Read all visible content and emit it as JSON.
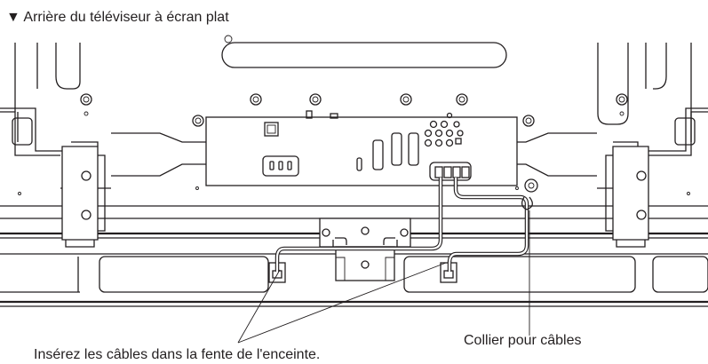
{
  "figure": {
    "title_marker": "▼",
    "title": "Arrière du téléviseur à écran plat"
  },
  "callouts": {
    "insert_cables": "Insérez les câbles dans la fente de l'enceinte.",
    "cable_tie": "Collier pour câbles"
  }
}
